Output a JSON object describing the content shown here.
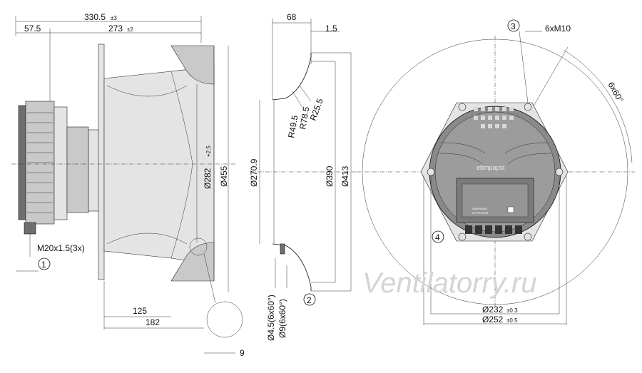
{
  "side_view": {
    "dim_overall": "330.5",
    "dim_overall_tol": "±3",
    "dim_motor_depth": "57.5",
    "dim_impeller_depth": "273",
    "dim_impeller_depth_tol": "±2",
    "dim_inlet_dia": "Ø282",
    "dim_inlet_dia_tol": "+2.5",
    "dim_wheel_dia": "Ø455",
    "dim_125": "125",
    "dim_182": "182",
    "dim_9": "9",
    "cable_gland": "M20x1.5(3x)",
    "callout_1": "1"
  },
  "nozzle_view": {
    "dim_68": "68",
    "dim_1_5": "1.5",
    "r_25_5": "R25.5",
    "r_78_5": "R78.5",
    "r_49_5": "R49.5",
    "dim_270_9": "Ø270.9",
    "dim_390": "Ø390",
    "dim_413": "Ø413",
    "holes_small": "Ø4.5(6x60°)",
    "holes_large": "Ø9(6x60°)",
    "callout_2": "2"
  },
  "front_view": {
    "callout_3": "3",
    "thread": "6xM10",
    "angle": "6x60°",
    "callout_4": "4",
    "dim_232": "Ø232",
    "dim_232_tol": "±0.3",
    "dim_252": "Ø252",
    "dim_252_tol": "±0.5",
    "brand": "ebmpapst",
    "warning_1": "WARNUNG",
    "warning_2": "ATTENTION"
  },
  "watermark": "Ventilatorry.ru"
}
